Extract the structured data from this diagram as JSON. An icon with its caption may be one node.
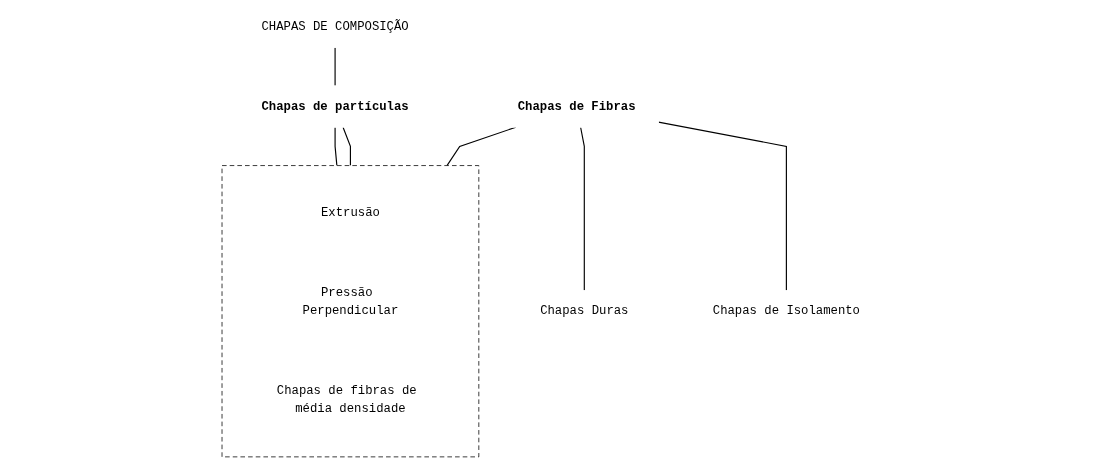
{
  "diagram": {
    "nodes": [
      {
        "text": [
          "CHAPAS DE COMPOSIÇÃO"
        ]
      },
      {
        "text": [
          "Chapas de partículas"
        ]
      },
      {
        "text": [
          "Chapas de Fibras"
        ]
      },
      {
        "text": [],
        "shape": "box"
      },
      {
        "text": [
          "Extrusão"
        ],
        "in": 3
      },
      {
        "text": [
          "Pressão Perpendicular"
        ],
        "in": 3
      },
      {
        "text": [
          "Chapas de fibras de média densidade"
        ],
        "in": 3
      },
      {
        "text": [
          "Chapas Duras"
        ]
      },
      {
        "text": [
          "Chapas de Isolamento"
        ]
      }
    ],
    "edges": [
      {
        "from": 0,
        "to": 1,
        "arrow": "none"
      },
      {
        "from": 1,
        "to": 3,
        "arrow": "none"
      },
      {
        "from": 1,
        "to": 3,
        "arrow": "none"
      },
      {
        "from": 2,
        "to": 3,
        "arrow": "none"
      },
      {
        "from": 2,
        "to": 7,
        "arrow": "none"
      },
      {
        "from": 2,
        "to": 8,
        "arrow": "none"
      }
    ]
  }
}
